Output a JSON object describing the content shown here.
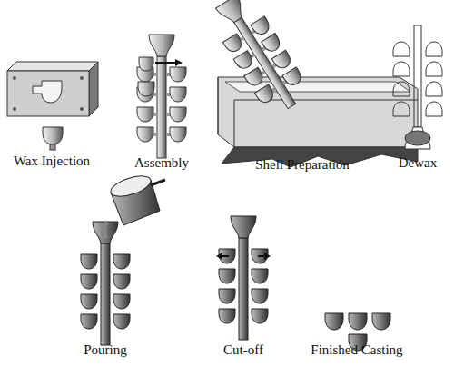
{
  "diagram": {
    "labels": [
      "Wax Injection",
      "Assembly",
      "Shell Preparation",
      "Dewax",
      "Pouring",
      "Cut-off",
      "Finished Casting"
    ]
  }
}
